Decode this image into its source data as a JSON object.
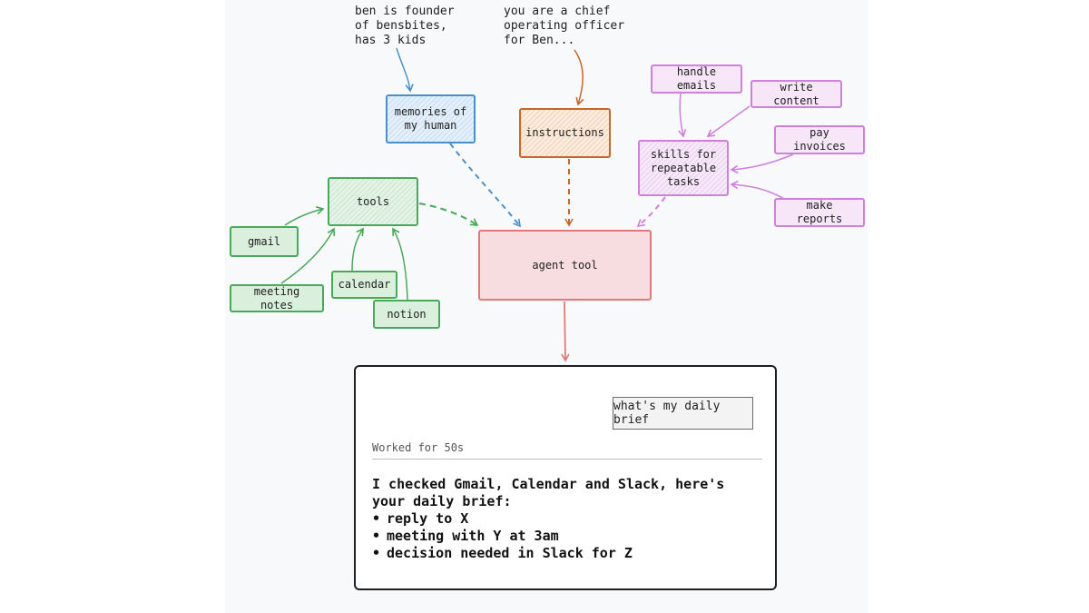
{
  "notes": {
    "founder": "ben is founder\nof bensbites,\nhas 3 kids",
    "coo": "you are a chief\noperating officer\nfor Ben..."
  },
  "nodes": {
    "memories": "memories of\nmy human",
    "instructions": "instructions",
    "skills": "skills for\nrepeatable\ntasks",
    "handle_emails": "handle emails",
    "write_content": "write content",
    "pay_invoices": "pay invoices",
    "make_reports": "make reports",
    "tools": "tools",
    "gmail": "gmail",
    "meeting_notes": "meeting notes",
    "calendar": "calendar",
    "notion": "notion",
    "agent_tool": "agent tool"
  },
  "chat": {
    "query": "what's my daily brief",
    "status": "Worked for 50s",
    "reply_intro": "I checked Gmail, Calendar and Slack, here's your daily brief:",
    "bullets": [
      "reply to X",
      "meeting with Y at 3am",
      "decision needed in Slack for Z"
    ]
  },
  "colors": {
    "blue": "#4a90c8",
    "orange": "#c8662a",
    "purple": "#cf7fdc",
    "green": "#4aa85a",
    "red": "#e07a7a",
    "ink": "#1e1e1e"
  }
}
